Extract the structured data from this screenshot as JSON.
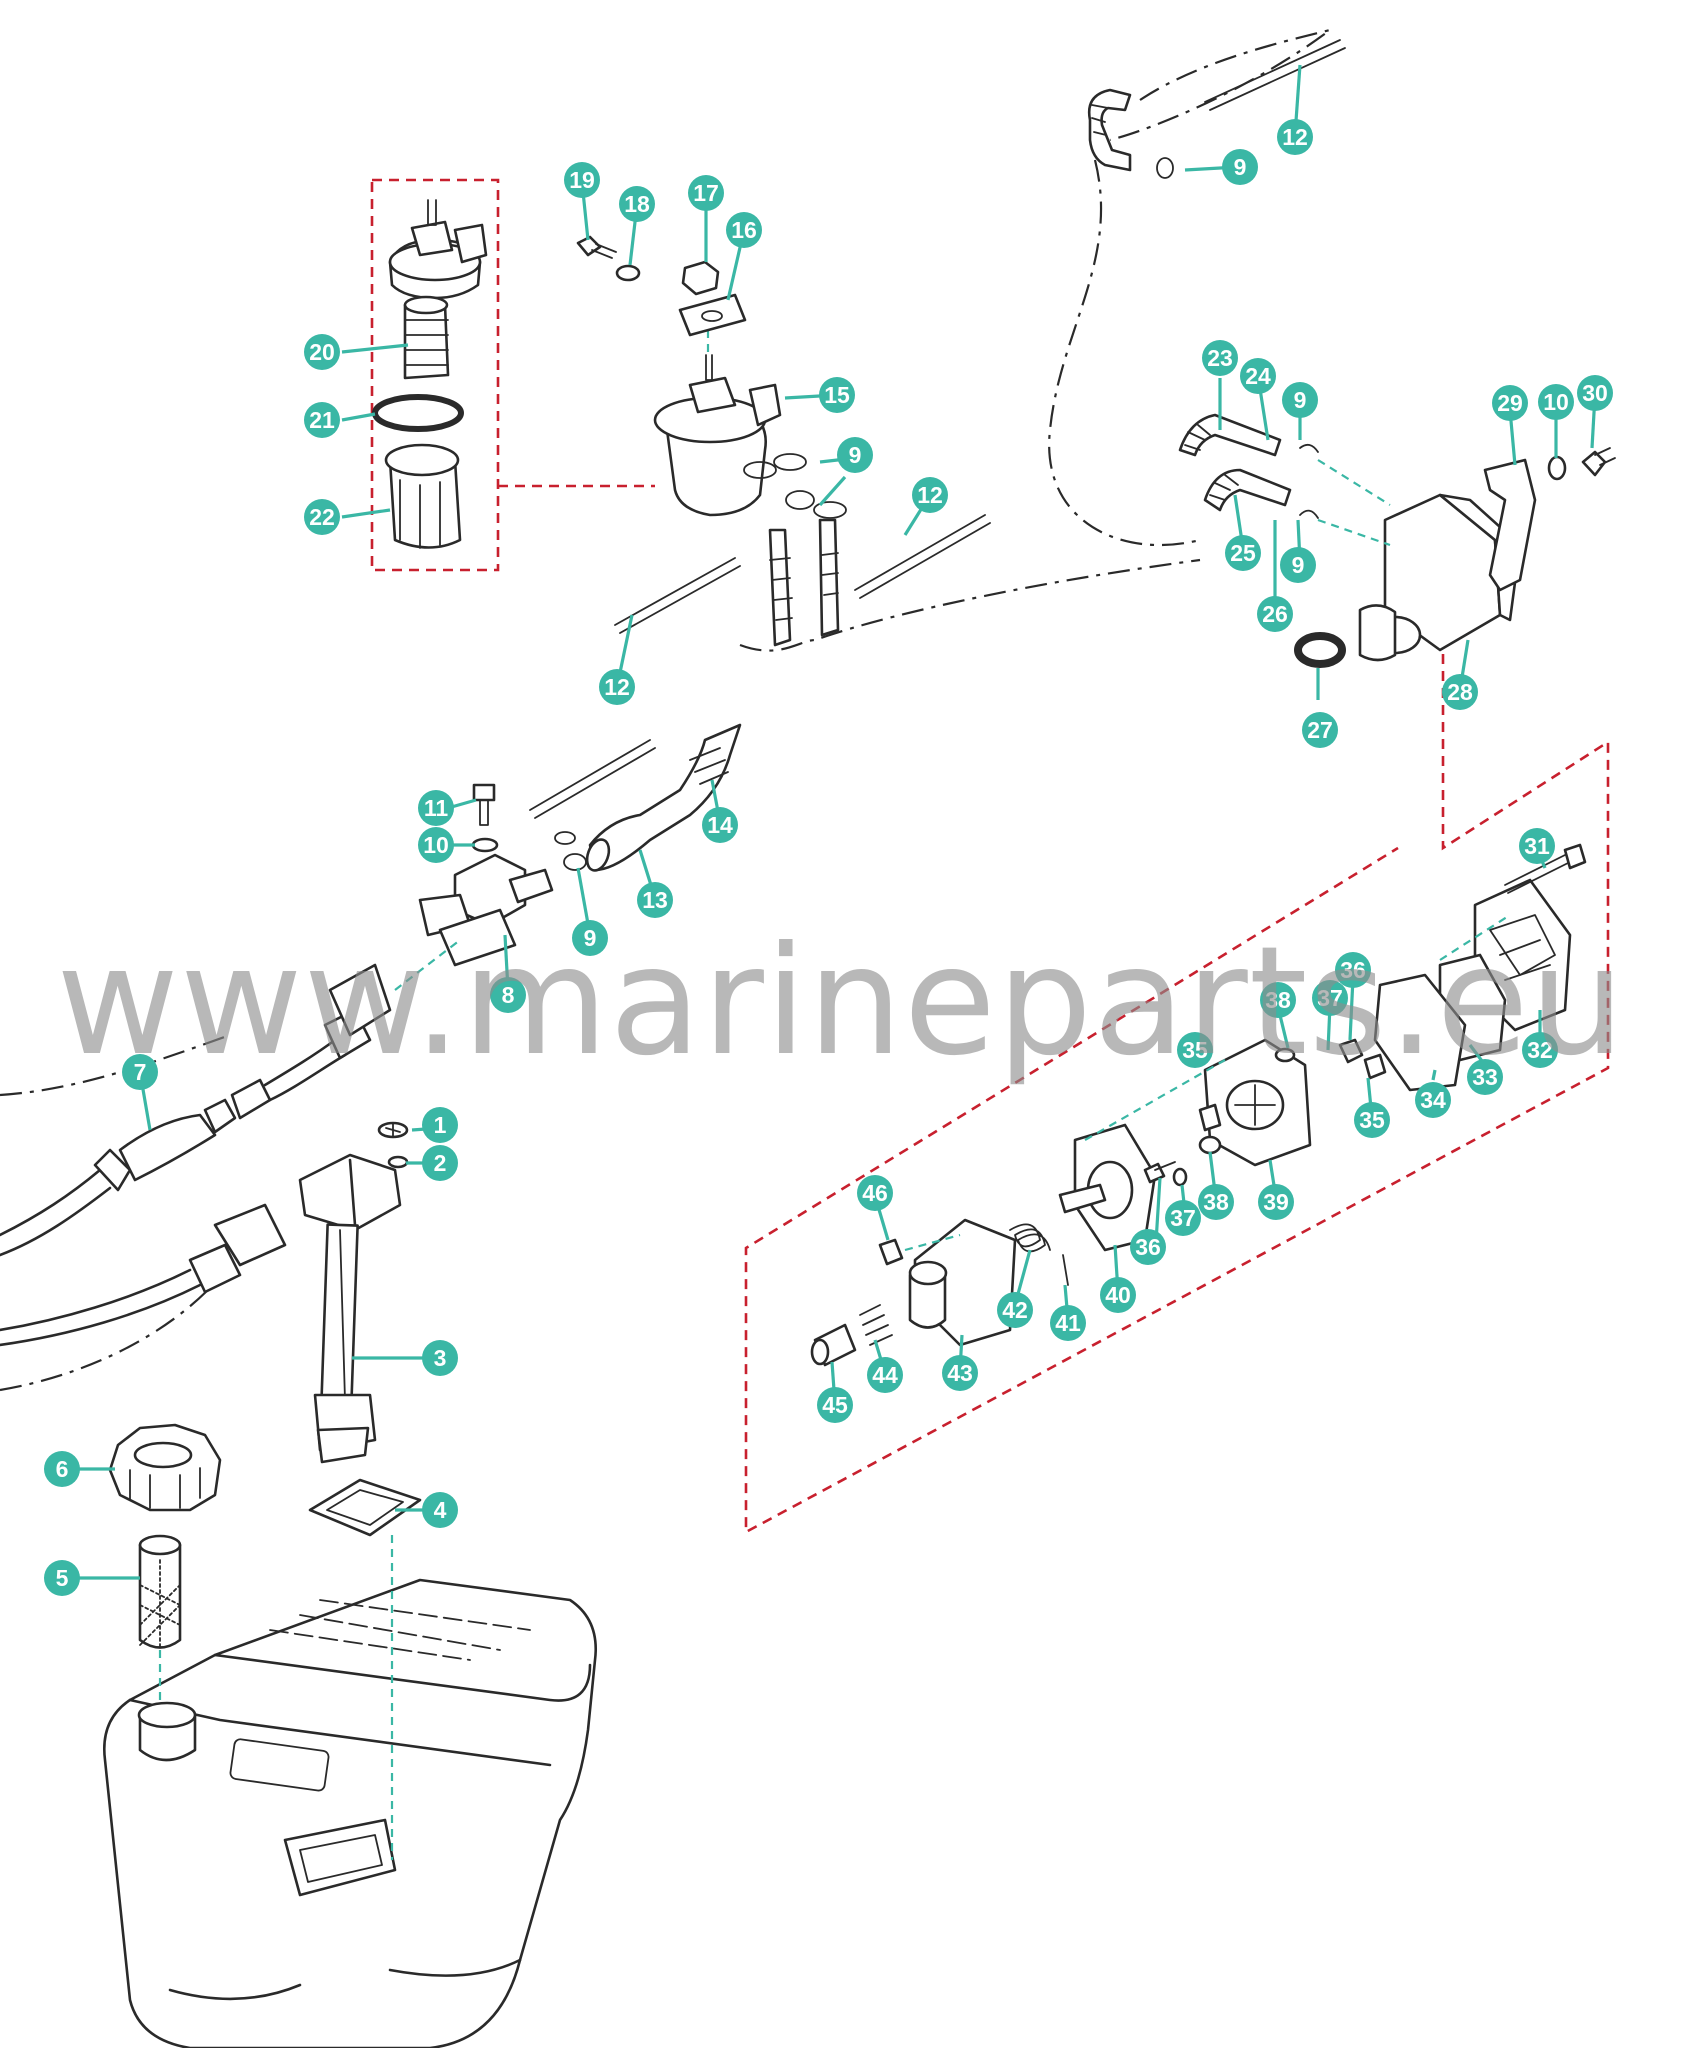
{
  "watermark": {
    "text": "www.marineparts.eu"
  },
  "colors": {
    "callout": "#3ab7a5",
    "group_outline": "#c8202e",
    "line": "#2a2a2a",
    "watermark": "#8c8c8c"
  },
  "callouts": [
    "1",
    "2",
    "3",
    "4",
    "5",
    "6",
    "7",
    "8",
    "9",
    "10",
    "11",
    "12",
    "13",
    "14",
    "15",
    "16",
    "17",
    "18",
    "19",
    "20",
    "21",
    "22",
    "23",
    "24",
    "25",
    "26",
    "27",
    "28",
    "29",
    "30",
    "31",
    "32",
    "33",
    "34",
    "35",
    "36",
    "37",
    "38",
    "39",
    "40",
    "41",
    "42",
    "43",
    "44",
    "45",
    "46"
  ],
  "extra_callout_labels": {
    "part_9": "9",
    "part_10": "10",
    "part_12": "12",
    "part_35": "35",
    "part_36": "36",
    "part_37": "37",
    "part_38": "38"
  }
}
